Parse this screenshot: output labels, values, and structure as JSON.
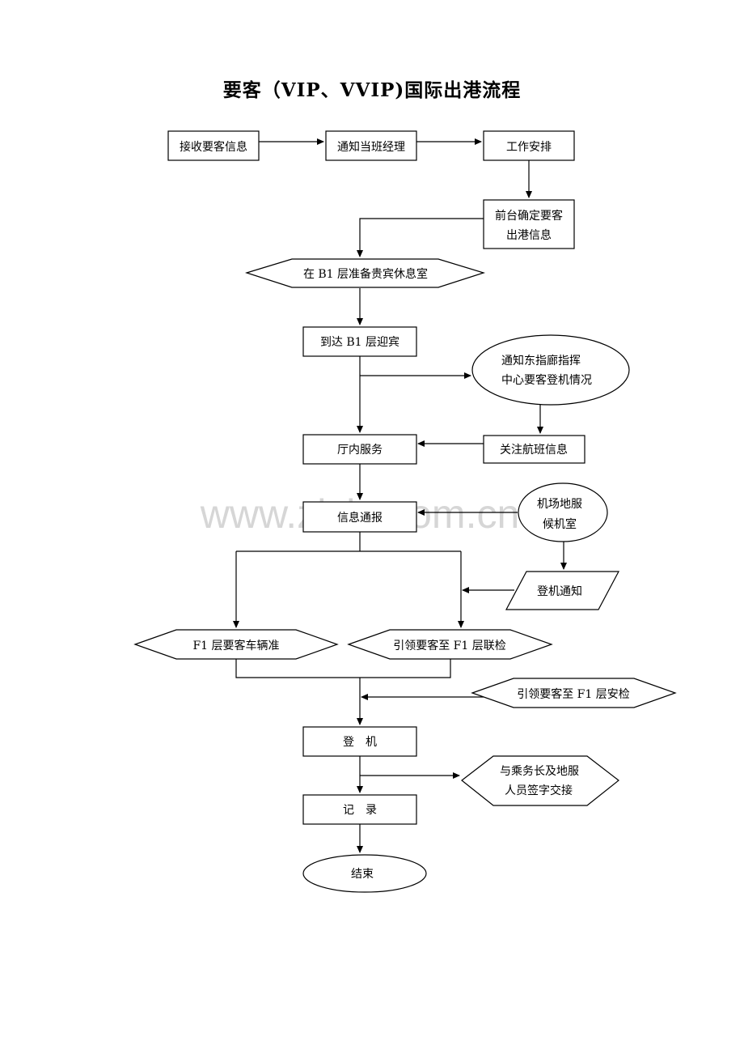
{
  "title": "要客（VIP、VVIP)国际出港流程",
  "watermark": "www.zixin.com.cn",
  "nodes": {
    "receive_info": "接收要客信息",
    "notify_manager": "通知当班经理",
    "work_arrange": "工作安排",
    "confirm_line1": "前台确定要客",
    "confirm_line2": "出港信息",
    "prepare_lounge": "在 B1 层准备贵宾休息室",
    "arrive_b1": "到达 B1 层迎宾",
    "notify_east_line1": "通知东指廊指挥",
    "notify_east_line2": "中心要客登机情况",
    "hall_service": "厅内服务",
    "watch_flight": "关注航班信息",
    "info_report": "信息通报",
    "airport_ground_line1": "机场地服",
    "airport_ground_line2": "候机室",
    "boarding_notice": "登机通知",
    "f1_vehicle": "F1 层要客车辆准",
    "lead_f1_joint": "引领要客至 F1 层联检",
    "lead_f1_security": "引领要客至 F1 层安检",
    "boarding": "登　机",
    "handover_line1": "与乘务长及地服",
    "handover_line2": "人员签字交接",
    "record": "记　录",
    "end": "结束"
  }
}
